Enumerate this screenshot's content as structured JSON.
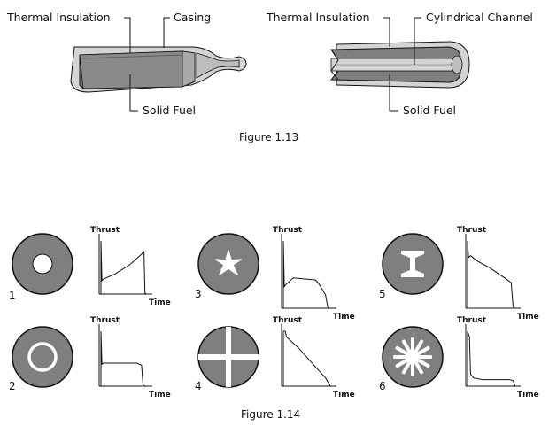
{
  "fig13": {
    "left": {
      "insulation_label": "Thermal Insulation",
      "casing_label": "Casing",
      "fuel_label": "Solid Fuel"
    },
    "right": {
      "insulation_label": "Thermal Insulation",
      "channel_label": "Cylindrical Channel",
      "fuel_label": "Solid Fuel"
    },
    "caption": "Figure 1.13"
  },
  "fig14": {
    "caption": "Figure 1.14",
    "axis_thrust": "Thrust",
    "axis_time": "Time",
    "items": [
      {
        "number": "1",
        "grain_shape": "circular-core",
        "thrust_profile": "progressive"
      },
      {
        "number": "2",
        "grain_shape": "annular-ring",
        "thrust_profile": "neutral"
      },
      {
        "number": "3",
        "grain_shape": "star",
        "thrust_profile": "neutral"
      },
      {
        "number": "4",
        "grain_shape": "cross",
        "thrust_profile": "regressive"
      },
      {
        "number": "5",
        "grain_shape": "dog-bone",
        "thrust_profile": "regressive"
      },
      {
        "number": "6",
        "grain_shape": "multi-finger",
        "thrust_profile": "boost-sustain"
      }
    ]
  },
  "colors": {
    "fuel_gray": "#7f7f7f",
    "light_gray": "#d4d4d4",
    "line": "#111111"
  }
}
